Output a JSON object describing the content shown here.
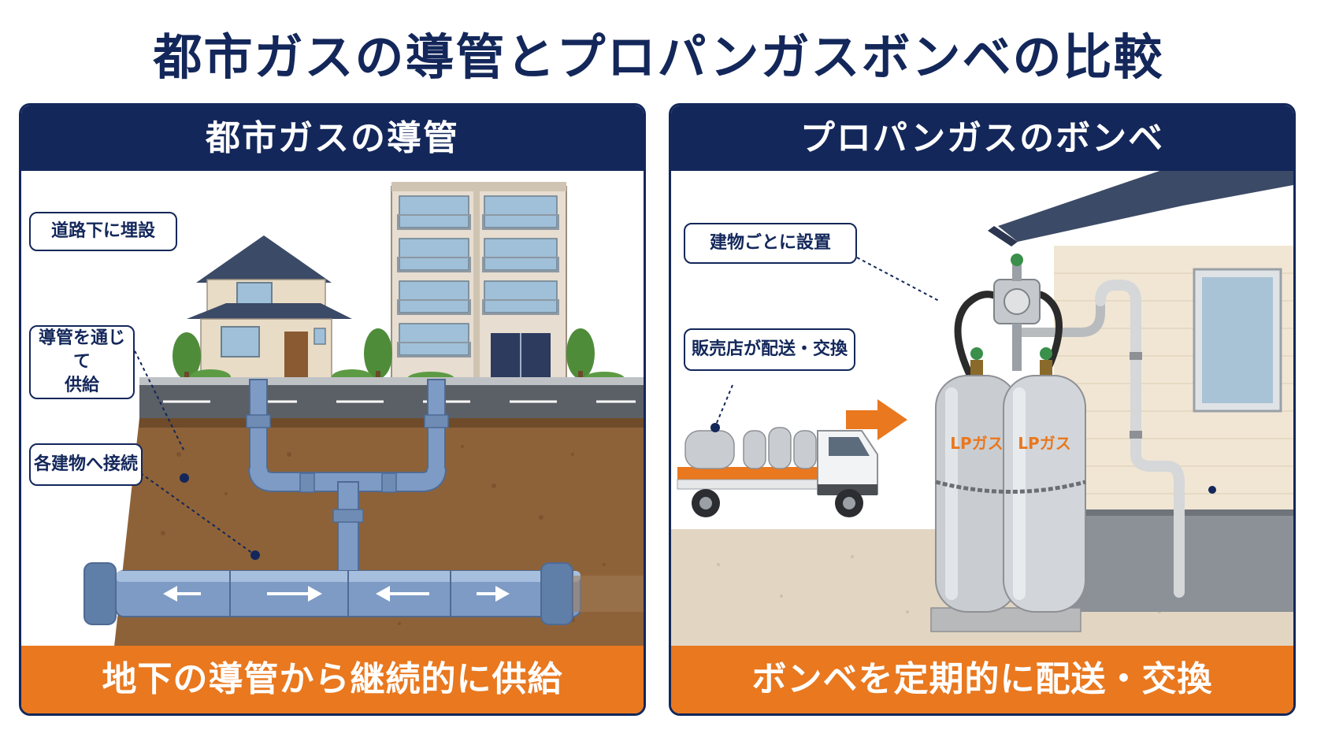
{
  "title": "都市ガスの導管とプロパンガスボンベの比較",
  "left_panel": {
    "header": "都市ガスの導管",
    "footer": "地下の導管から継続的に供給",
    "callouts": {
      "road": "道路下に埋設",
      "supply_line1": "導管を通じて",
      "supply_line2": "供給",
      "connect": "各建物へ接続"
    }
  },
  "right_panel": {
    "header": "プロパンガスのボンベ",
    "footer": "ボンベを定期的に配送・交換",
    "callouts": {
      "install": "建物ごとに設置",
      "delivery": "販売店が配送・交換"
    },
    "cylinder_labels": [
      "LPガス",
      "LPガス"
    ]
  },
  "colors": {
    "navy": "#13275a",
    "orange": "#e9781f",
    "pipe": "#7d9bc4",
    "soil": "#8e6238",
    "cylinder": "#c9cdd2"
  }
}
